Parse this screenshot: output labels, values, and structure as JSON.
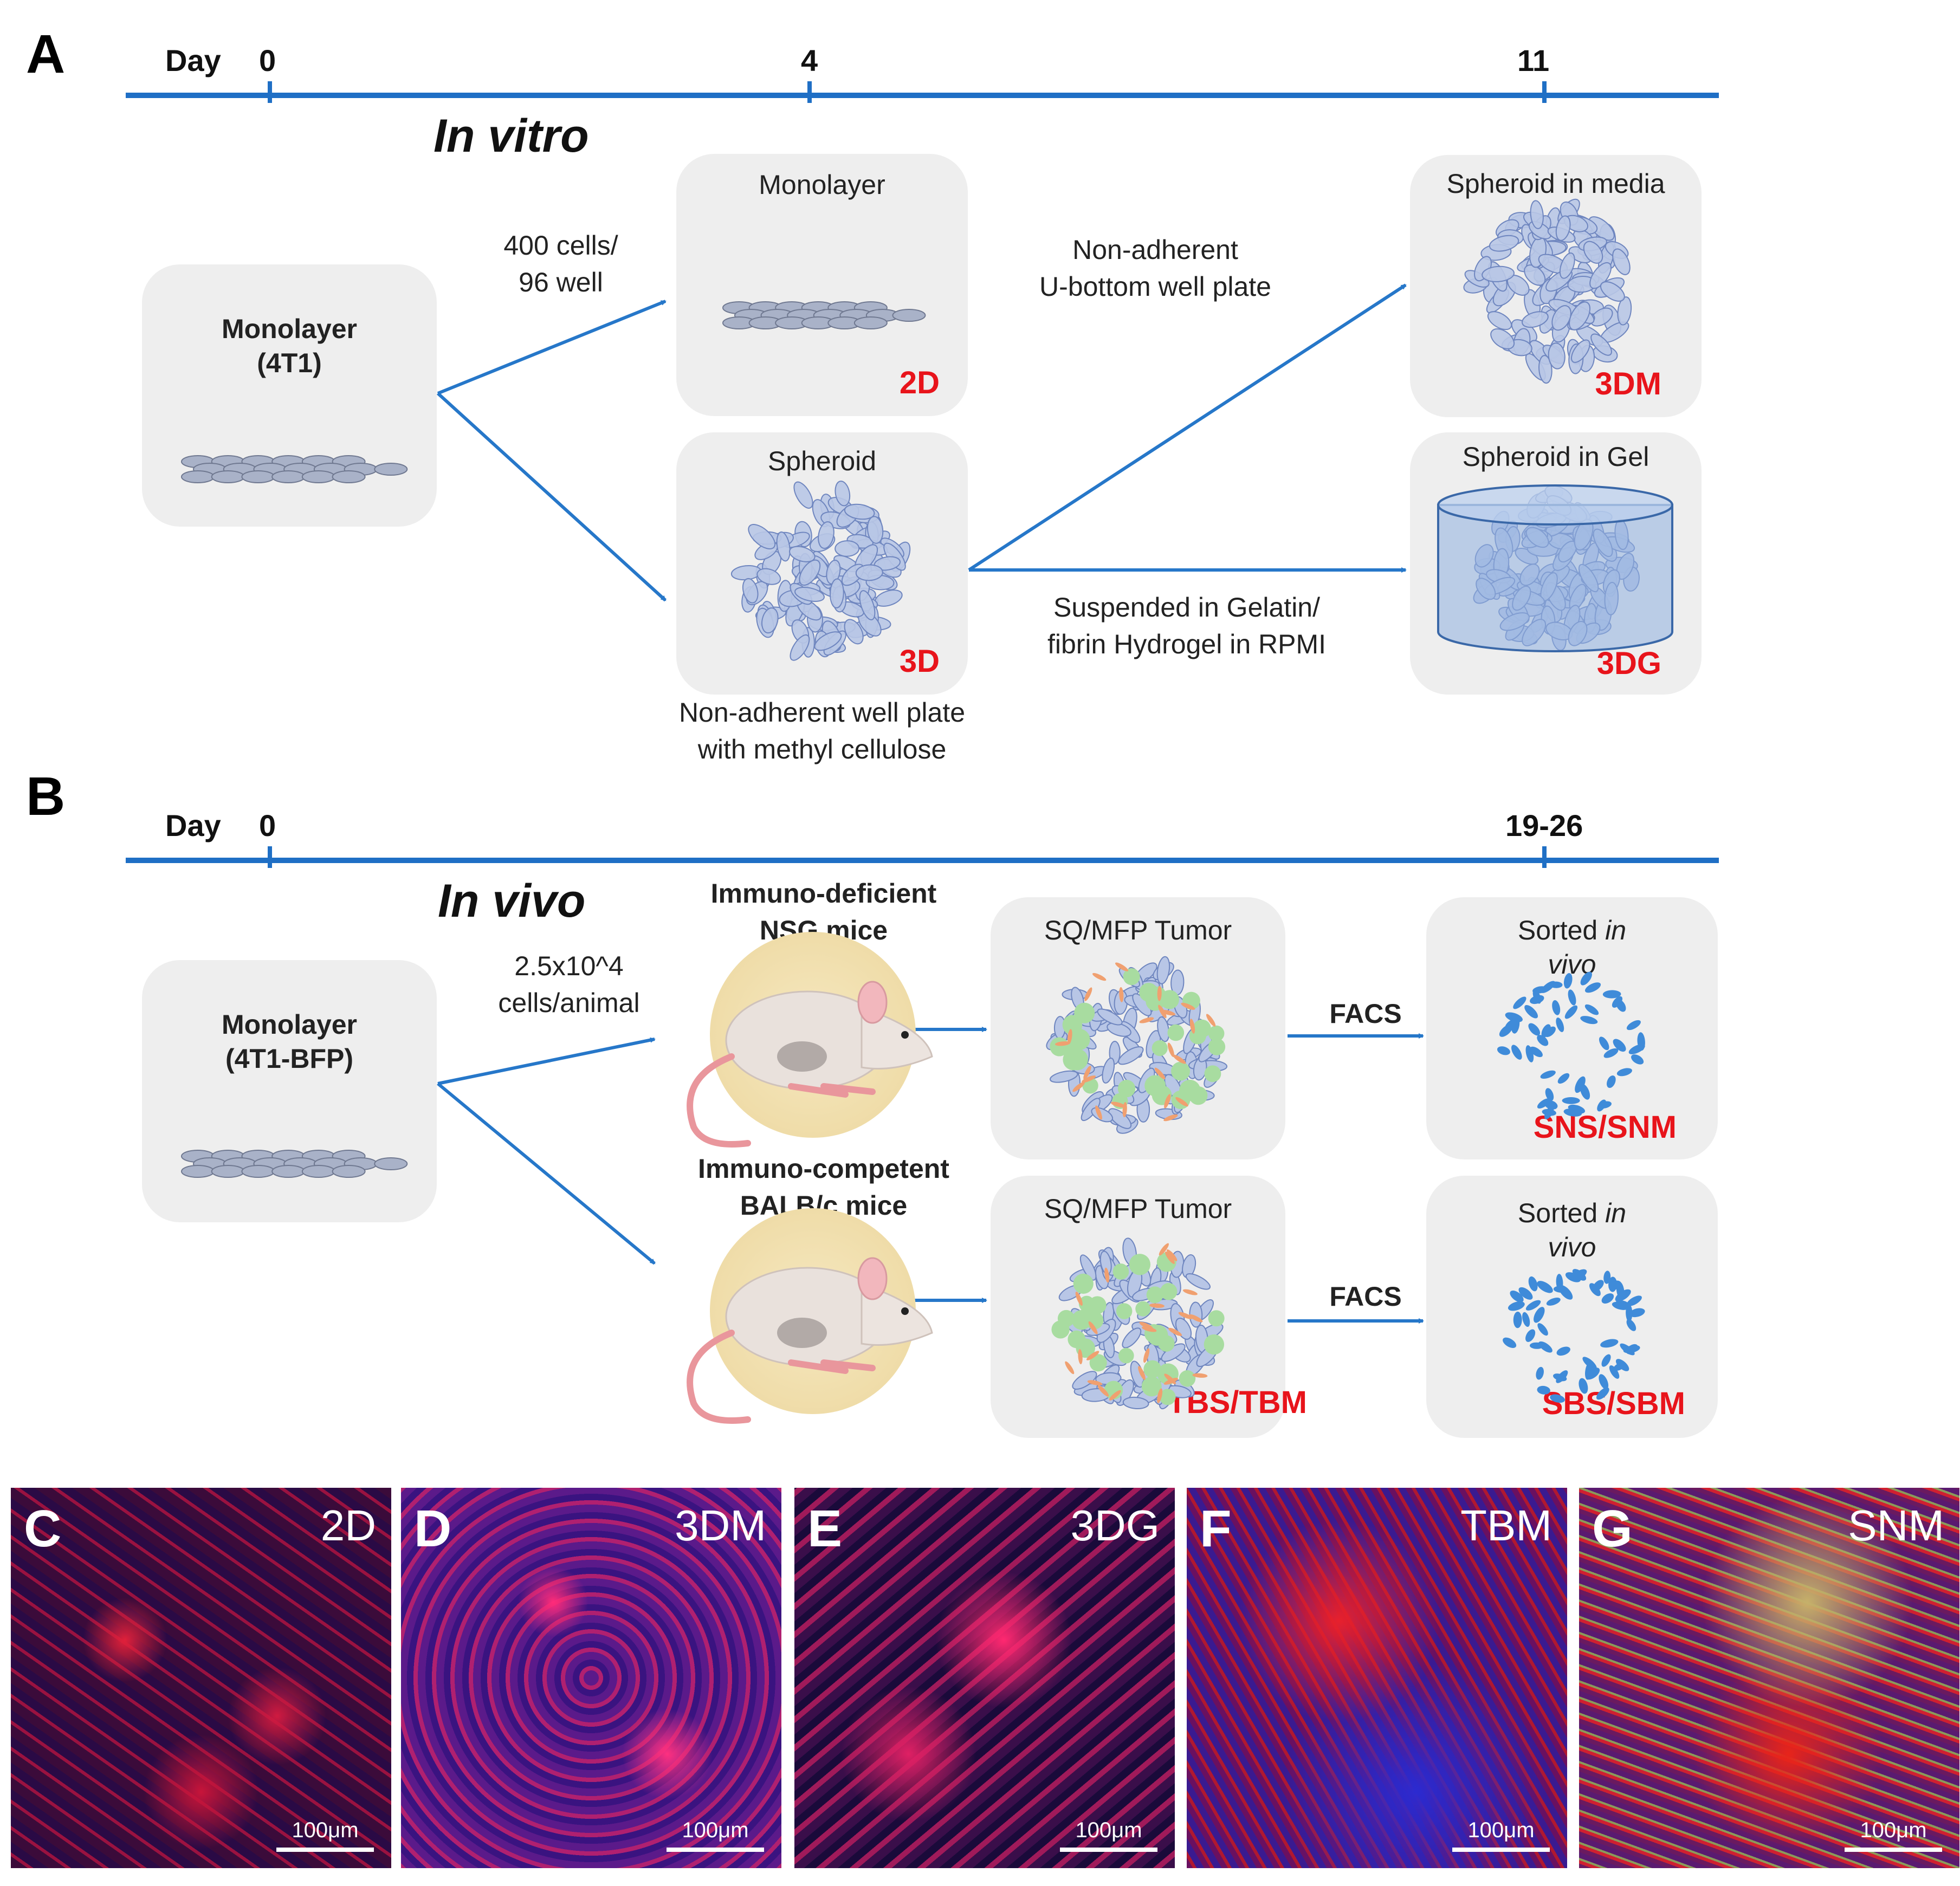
{
  "panel_a": {
    "letter": "A",
    "day_label": "Day",
    "ticks": [
      "0",
      "4",
      "11"
    ],
    "mode_label": "In vitro",
    "source_box": {
      "title_line1": "Monolayer",
      "title_line2": "(4T1)"
    },
    "seed_note": {
      "line1": "400 cells/",
      "line2": "96 well"
    },
    "monolayer_box": {
      "title": "Monolayer",
      "tag": "2D"
    },
    "spheroid_box": {
      "title": "Spheroid",
      "tag": "3D"
    },
    "spheroid_note": {
      "line1": "Non-adherent well plate",
      "line2": "with methyl cellulose"
    },
    "media_note": {
      "line1": "Non-adherent",
      "line2": "U-bottom well plate"
    },
    "gel_note": {
      "line1": "Suspended in Gelatin/",
      "line2": "fibrin Hydrogel in RPMI"
    },
    "media_box": {
      "title": "Spheroid in media",
      "tag": "3DM"
    },
    "gel_box": {
      "title": "Spheroid in Gel",
      "tag": "3DG"
    }
  },
  "panel_b": {
    "letter": "B",
    "day_label": "Day",
    "ticks": [
      "0",
      "19-26"
    ],
    "mode_label": "In vivo",
    "source_box": {
      "title_line1": "Monolayer",
      "title_line2": "(4T1-BFP)"
    },
    "seed_note": {
      "line1": "2.5x10^4",
      "line2": "cells/animal"
    },
    "mouse_top": {
      "line1": "Immuno-deficient",
      "line2": "NSG mice"
    },
    "mouse_bottom": {
      "line1": "Immuno-competent",
      "line2": "BALB/c mice"
    },
    "tumor_top": {
      "title": "SQ/MFP Tumor"
    },
    "tumor_bottom": {
      "title": "SQ/MFP Tumor",
      "tag": "TBS/TBM"
    },
    "facs_label": "FACS",
    "sorted_top": {
      "word": "Sorted",
      "italic1": "in",
      "italic2": "vivo",
      "tag": "SNS/SNM"
    },
    "sorted_bottom": {
      "word": "Sorted",
      "italic1": "in",
      "italic2": "vivo",
      "tag": "SBS/SBM"
    }
  },
  "micrographs": [
    {
      "letter": "C",
      "tag": "2D",
      "scale": "100μm"
    },
    {
      "letter": "D",
      "tag": "3DM",
      "scale": "100μm"
    },
    {
      "letter": "E",
      "tag": "3DG",
      "scale": "100μm"
    },
    {
      "letter": "F",
      "tag": "TBM",
      "scale": "100μm"
    },
    {
      "letter": "G",
      "tag": "SNM",
      "scale": "100μm"
    }
  ],
  "colors": {
    "timeline": "#1f6fc5",
    "arrow": "#2677c9",
    "tag_red": "#e8141b",
    "box_bg": "#eeeeee",
    "cell_fill": "#b8c6e6",
    "cell_stroke": "#6f86bf",
    "gel_fill": "#8fb0e0",
    "sorted_cell": "#3f8bd9",
    "green_cell": "#a8dca0",
    "orange_cell": "#f0a070"
  }
}
